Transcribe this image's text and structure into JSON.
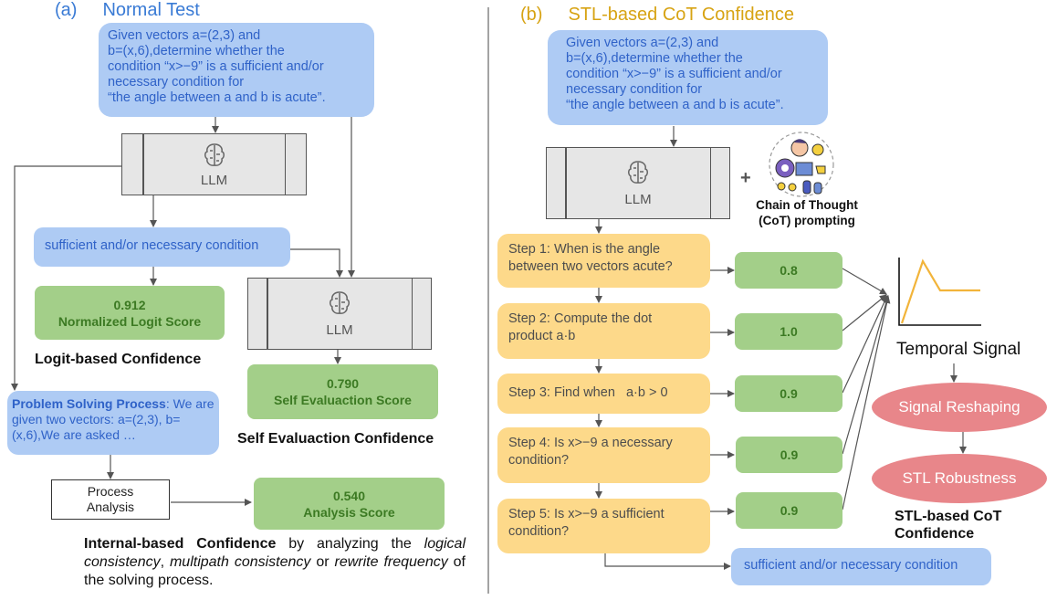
{
  "panel_a": {
    "label": "(a)",
    "title": "Normal Test",
    "question": [
      "Given vectors a=(2,3) and",
      "b=(x,6),determine whether the",
      "condition “x>−9” is a sufficient and/or",
      "necessary condition for",
      "“the angle between a and b is acute”."
    ],
    "llm_label": "LLM",
    "answer": "sufficient and/or necessary condition",
    "logit": {
      "value": "0.912",
      "name": "Normalized Logit Score",
      "caption": "Logit-based Confidence"
    },
    "llm2_label": "LLM",
    "self_eval": {
      "value": "0.790",
      "name": "Self Evaluaction Score",
      "caption": "Self Evaluaction Confidence"
    },
    "process": {
      "heading": "Problem Solving Process",
      "text": ": We are given two vectors: a=(2,3), b=(x,6),We are asked …"
    },
    "process_analysis": [
      "Process",
      "Analysis"
    ],
    "analysis": {
      "value": "0.540",
      "name": "Analysis Score"
    },
    "internal": {
      "bold": "Internal-based Confidence",
      "t1": " by analyzing the ",
      "i1": "logical consistency",
      "t2": ", ",
      "i2": "multipath consistency",
      "t3": " or ",
      "i3": "rewrite frequency",
      "t4": " of the solving process."
    }
  },
  "panel_b": {
    "label": "(b)",
    "title": "STL-based CoT Confidence",
    "question": [
      "Given vectors a=(2,3) and",
      "b=(x,6),determine whether the",
      "condition “x>−9” is a sufficient and/or",
      "necessary condition for",
      "“the angle between a and b is acute”."
    ],
    "llm_label": "LLM",
    "plus": "+",
    "cot_label": [
      "Chain of Thought",
      "(CoT) prompting"
    ],
    "steps": [
      {
        "text": "Step 1: When is the angle between two vectors acute?",
        "score": "0.8"
      },
      {
        "text": "Step 2: Compute the dot product a·b",
        "score": "1.0"
      },
      {
        "text": "Step 3: Find when   a·b > 0",
        "score": "0.9"
      },
      {
        "text": "Step 4: Is x>−9 a necessary condition?",
        "score": "0.9"
      },
      {
        "text": "Step 5: Is x>−9 a sufficient condition?",
        "score": "0.9"
      }
    ],
    "final_answer": "sufficient and/or necessary condition",
    "temporal_signal": "Temporal Signal",
    "signal_reshaping": "Signal Reshaping",
    "stl_robustness": "STL Robustness",
    "stl_caption": [
      "STL-based CoT",
      "Confidence"
    ]
  },
  "colors": {
    "blue_box": "#aecbf4",
    "blue_text": "#2f62c8",
    "green_box": "#a3cf89",
    "green_text": "#3c7a23",
    "yellow_box": "#fdd98a",
    "red_ellipse": "#e8868a",
    "signal_line": "#f2b43a"
  }
}
